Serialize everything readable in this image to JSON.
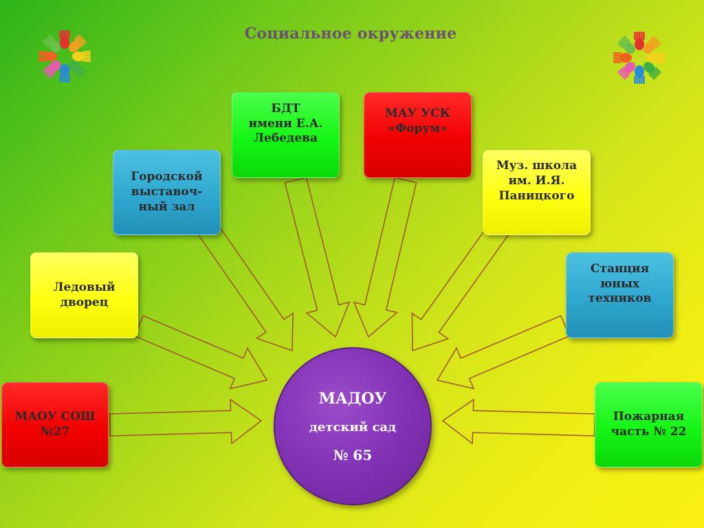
{
  "title": "Социальное окружение",
  "center": {
    "line1": "МАДОУ",
    "line2": "детский сад",
    "line3": "№ 65",
    "color": "#8232b5"
  },
  "nodes": [
    {
      "id": "maou-sosh",
      "label": "МАОУ СОШ\n№27",
      "color": "#f20000"
    },
    {
      "id": "ice-palace",
      "label": "Ледовый\nдворец",
      "color": "#ffff10"
    },
    {
      "id": "exhibition-hall",
      "label": "Городской\nвыставоч-\nный зал",
      "color": "#2fa7cf"
    },
    {
      "id": "bdt",
      "label": "БДТ\nимени Е.А.\nЛебедева",
      "color": "#15f515"
    },
    {
      "id": "mau-usk",
      "label": "МАУ  УСК\n«Форум»",
      "color": "#f20000"
    },
    {
      "id": "music-school",
      "label": "Муз. школа\nим. И.Я.\nПаницкого",
      "color": "#ffff10"
    },
    {
      "id": "young-technicians",
      "label": "Станция\nюных\nтехников",
      "color": "#2fa7cf"
    },
    {
      "id": "fire-station",
      "label": "Пожарная\nчасть № 22",
      "color": "#15f515"
    }
  ],
  "decor": {
    "logo_left": "hands-logo-icon",
    "logo_right": "hands-logo-icon"
  }
}
